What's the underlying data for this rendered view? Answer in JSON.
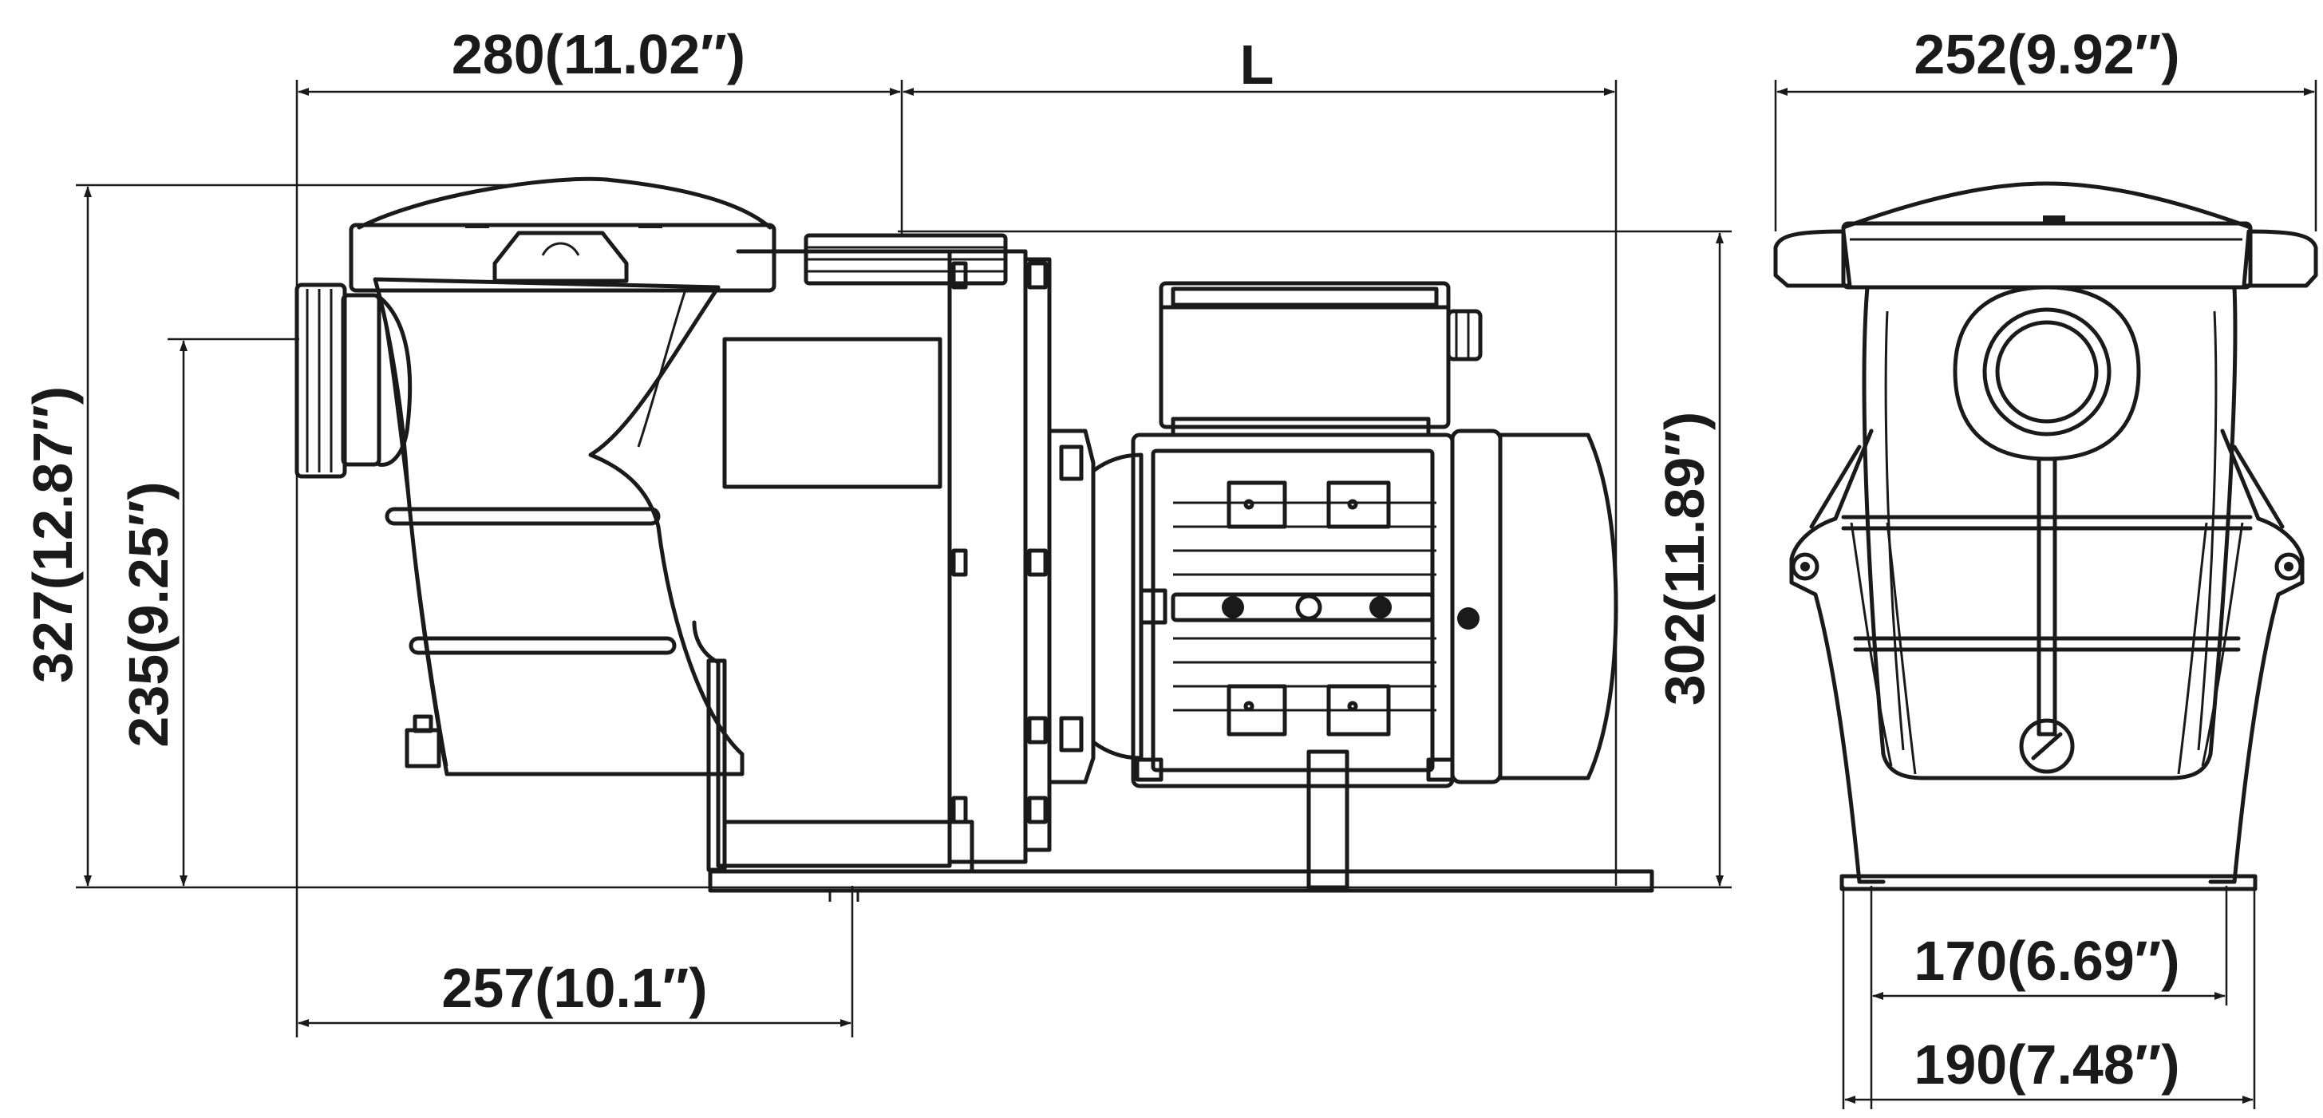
{
  "dimensions": {
    "top_left_width": "280(11.02″)",
    "top_length": "L",
    "side_width": "252(9.92″)",
    "overall_height": "327(12.87″)",
    "inlet_height": "235(9.25″)",
    "outlet_height": "302(11.89″)",
    "base_offset": "257(10.1″)",
    "base_inner_width": "170(6.69″)",
    "base_outer_width": "190(7.48″)"
  }
}
